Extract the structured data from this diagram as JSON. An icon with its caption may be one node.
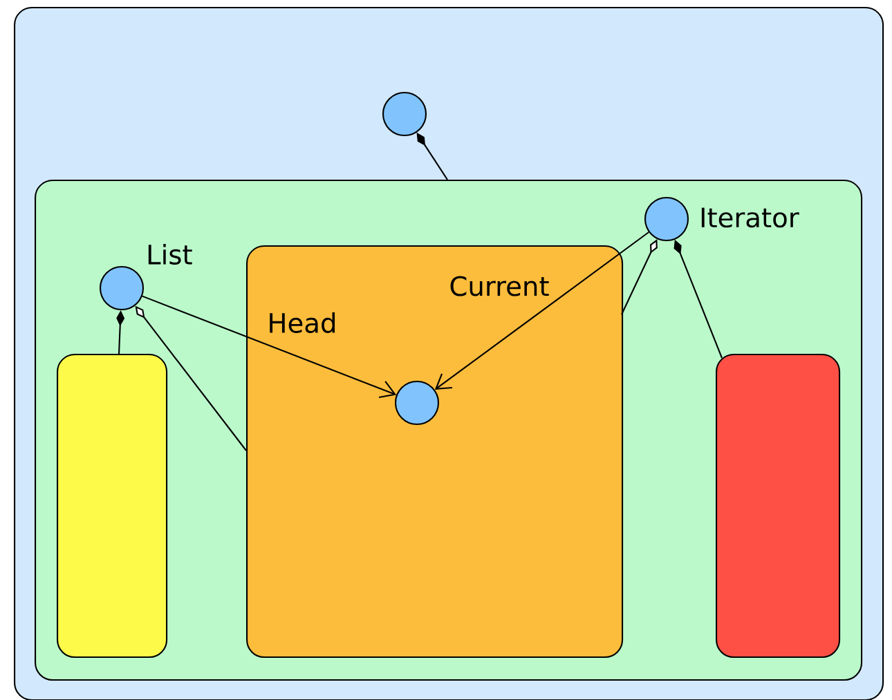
{
  "diagram": {
    "nodes": [
      {
        "text": [],
        "shape": "box"
      },
      {
        "text": [],
        "shape": "circle",
        "in": 0
      },
      {
        "text": [],
        "shape": "box",
        "in": 0
      },
      {
        "text": [
          "List"
        ],
        "in": 2
      },
      {
        "text": [
          "Iterator"
        ],
        "in": 2
      },
      {
        "text": [],
        "shape": "box",
        "in": 2
      },
      {
        "text": [],
        "shape": "box",
        "in": 2
      },
      {
        "text": [],
        "shape": "circle",
        "in": 6
      },
      {
        "text": [],
        "shape": "box",
        "in": 2
      }
    ],
    "edges": [
      {
        "from": 2,
        "to": 1,
        "arrow": "other"
      },
      {
        "from": 5,
        "to": 3,
        "arrow": "other"
      },
      {
        "from": 6,
        "to": 3,
        "arrow": "other"
      },
      {
        "from": 3,
        "to": 7,
        "arrow": "to",
        "label": "Head"
      },
      {
        "from": 4,
        "to": 7,
        "arrow": "to",
        "label": "Current"
      },
      {
        "from": 6,
        "to": 4,
        "arrow": "other"
      },
      {
        "from": 8,
        "to": 4,
        "arrow": "other"
      }
    ]
  }
}
